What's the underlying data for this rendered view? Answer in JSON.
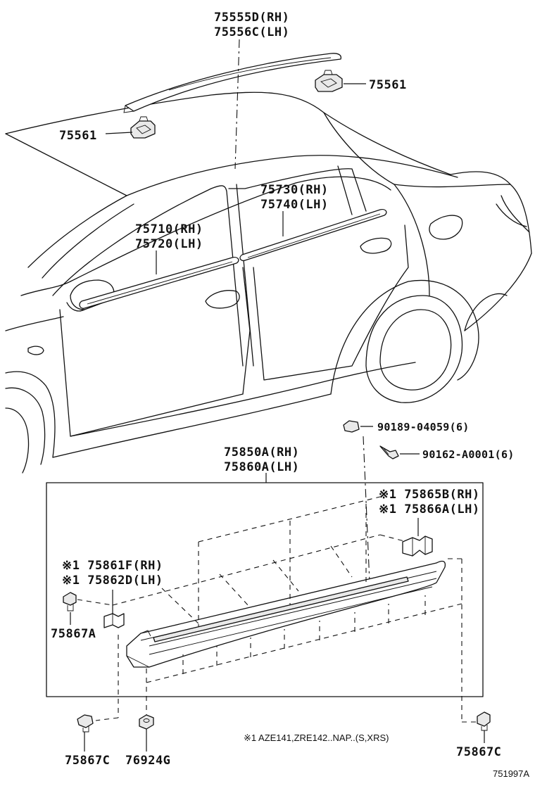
{
  "labels": {
    "l_75555d": "75555D(RH)",
    "l_75556c": "75556C(LH)",
    "l_75561_right": "75561",
    "l_75561_left": "75561",
    "l_75730": "75730(RH)",
    "l_75740": "75740(LH)",
    "l_75710": "75710(RH)",
    "l_75720": "75720(LH)",
    "l_90189": "90189-04059(6)",
    "l_90162": "90162-A0001(6)",
    "l_75850a": "75850A(RH)",
    "l_75860a": "75860A(LH)",
    "l_75865b": "※1 75865B(RH)",
    "l_75866a": "※1 75866A(LH)",
    "l_75861f": "※1 75861F(RH)",
    "l_75862d": "※1 75862D(LH)",
    "l_75867a": "75867A",
    "l_75867c_left": "75867C",
    "l_76924g": "76924G",
    "l_75867c_right": "75867C"
  },
  "footnote": "※1 AZE141,ZRE142..NAP..(S,XRS)",
  "figure_id": "751997A"
}
